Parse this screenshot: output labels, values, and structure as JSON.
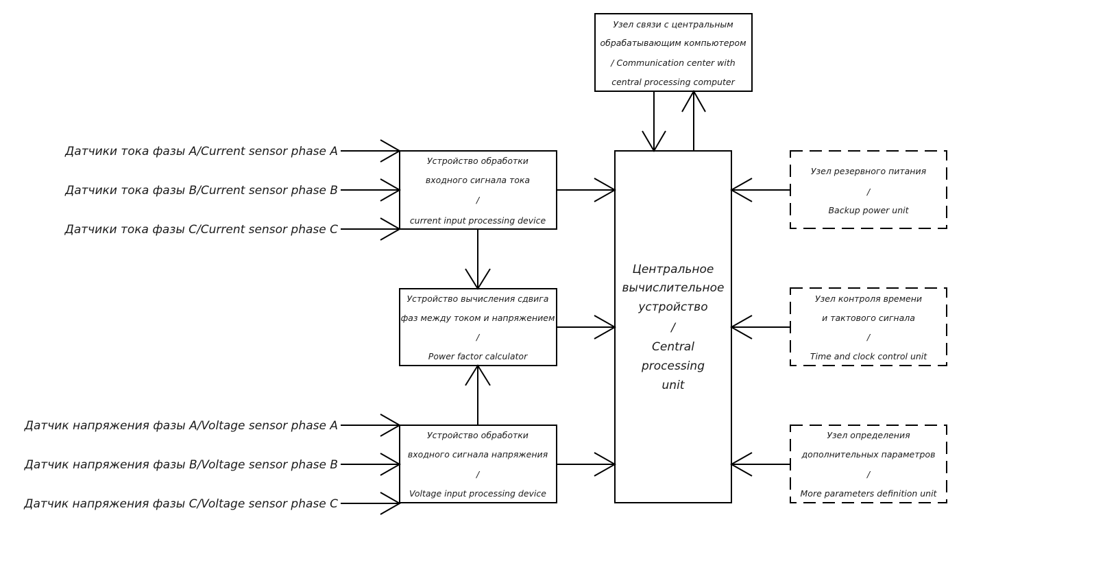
{
  "diagram": {
    "type": "block-diagram",
    "inputs": {
      "current_sensors": [
        "Датчики тока фазы A/Current sensor phase A",
        "Датчики тока фазы B/Current sensor phase B",
        "Датчики тока фазы C/Current sensor phase C"
      ],
      "voltage_sensors": [
        "Датчик напряжения фазы A/Voltage sensor phase A",
        "Датчик напряжения фазы B/Voltage sensor phase B",
        "Датчик напряжения фазы C/Voltage sensor phase C"
      ]
    },
    "blocks": {
      "communication": {
        "lines": [
          "Узел связи с центральным",
          "обрабатывающим компьютером",
          "/ Communication center with",
          "central processing computer"
        ]
      },
      "current_processing": {
        "lines": [
          "Устройство обработки",
          "входного сигнала тока",
          "/",
          "current input  processing device"
        ]
      },
      "power_factor": {
        "lines": [
          "Устройство вычисления сдвига",
          "фаз между током и напряжением",
          "/",
          "Power factor calculator"
        ]
      },
      "voltage_processing": {
        "lines": [
          "Устройство обработки",
          "входного сигнала напряжения",
          "/",
          "Voltage input processing device"
        ]
      },
      "central": {
        "lines": [
          "Центральное",
          "вычислительное",
          "устройство",
          "/",
          "Central",
          "processing",
          "unit"
        ]
      },
      "backup_power": {
        "optional": true,
        "lines": [
          "Узел резервного питания",
          "/",
          "Backup power unit"
        ]
      },
      "time_clock": {
        "optional": true,
        "lines": [
          "Узел контроля времени",
          "и тактового сигнала",
          "/",
          "Time and clock control unit"
        ]
      },
      "more_params": {
        "optional": true,
        "lines": [
          "Узел определения",
          "дополнительных параметров",
          "/",
          "More parameters definition unit"
        ]
      }
    },
    "connections": [
      {
        "from": "current_sensors",
        "to": "current_processing"
      },
      {
        "from": "voltage_sensors",
        "to": "voltage_processing"
      },
      {
        "from": "current_processing",
        "to": "power_factor"
      },
      {
        "from": "voltage_processing",
        "to": "power_factor"
      },
      {
        "from": "current_processing",
        "to": "central"
      },
      {
        "from": "power_factor",
        "to": "central"
      },
      {
        "from": "voltage_processing",
        "to": "central"
      },
      {
        "from": "communication",
        "to": "central"
      },
      {
        "from": "central",
        "to": "communication"
      },
      {
        "from": "backup_power",
        "to": "central"
      },
      {
        "from": "time_clock",
        "to": "central"
      },
      {
        "from": "more_params",
        "to": "central"
      }
    ]
  }
}
